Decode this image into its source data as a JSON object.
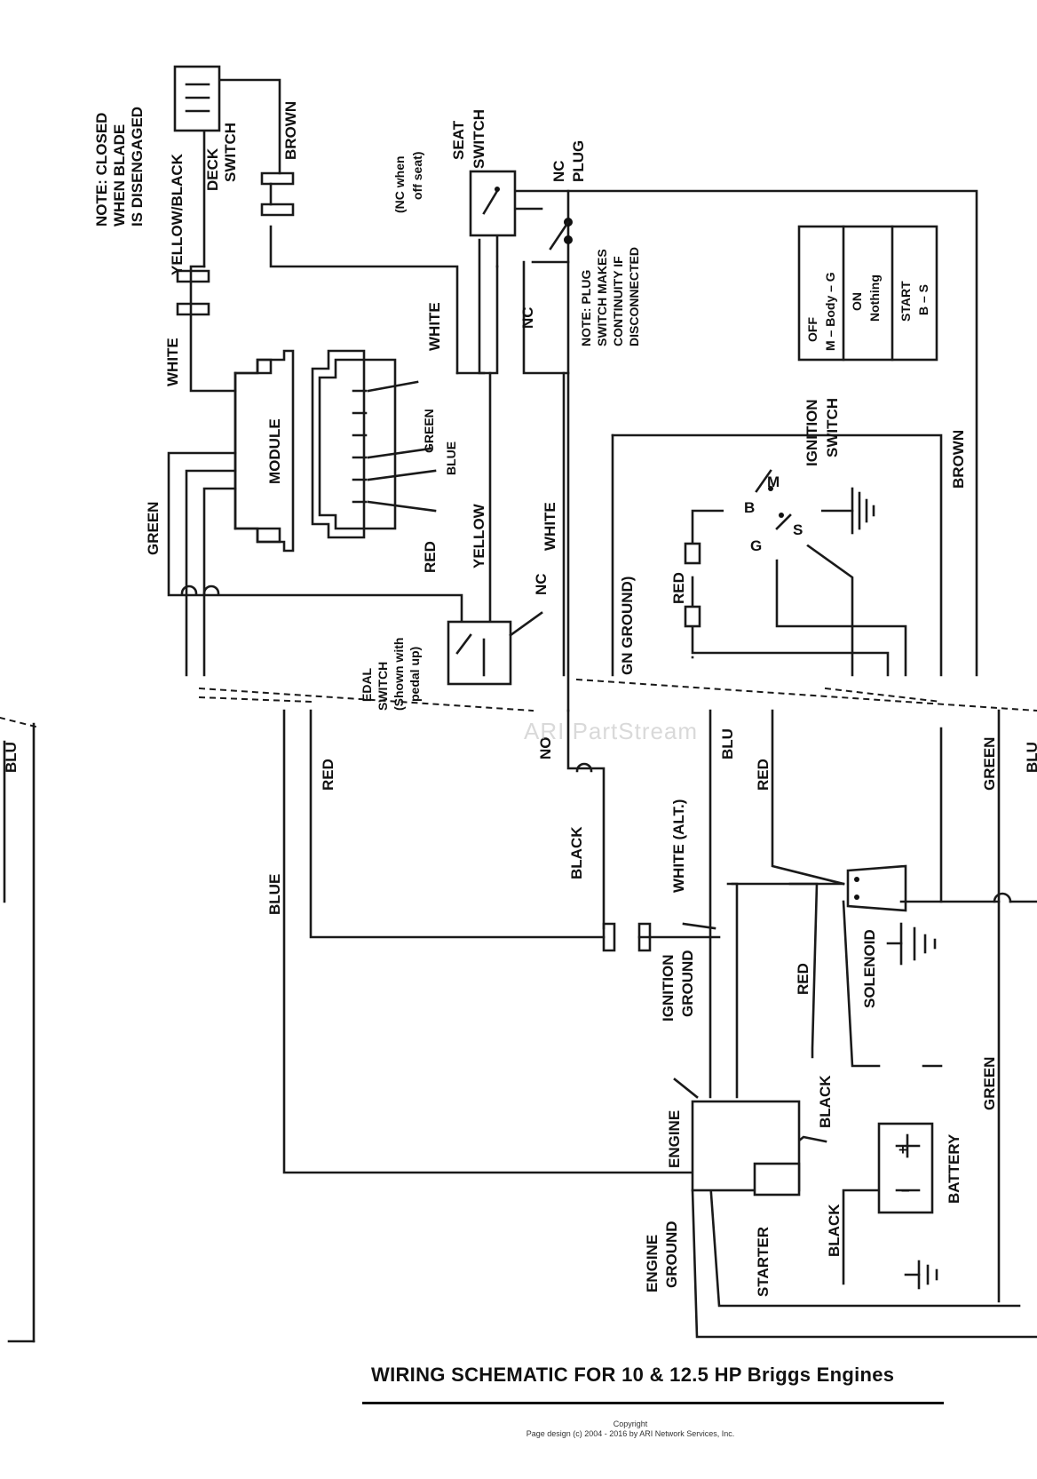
{
  "title": "WIRING SCHEMATIC FOR 10 & 12.5 HP Briggs Engines",
  "copyright": {
    "line1": "Copyright",
    "line2": "Page design (c) 2004 - 2016 by ARI Network Services, Inc."
  },
  "watermark": "ARI PartStream",
  "labels": {
    "note_blade": [
      "NOTE:  CLOSED",
      "WHEN BLADE",
      "IS DISENGAGED"
    ],
    "deck_switch": [
      "DECK",
      "SWITCH"
    ],
    "yellow_black": "YELLOW/BLACK",
    "brown_top": "BROWN",
    "seat_switch": [
      "SEAT",
      "SWITCH"
    ],
    "nc_plug": [
      "NC",
      "PLUG"
    ],
    "nc_when": [
      "(NC when",
      "off seat)"
    ],
    "note_plug": [
      "NOTE: PLUG",
      "SWITCH MAKES",
      "CONTINUITY IF",
      "DISCONNECTED"
    ],
    "nc": "NC",
    "white": "WHITE",
    "module": "MODULE",
    "green": "GREEN",
    "blue": "BLUE",
    "red": "RED",
    "yellow": "YELLOW",
    "pedal_switch": [
      "EDAL",
      "SWITCH",
      "(Shown with",
      "pedal up)"
    ],
    "ign_ground_top": "GN GROUND)",
    "ignition_switch": [
      "IGNITION",
      "SWITCH"
    ],
    "brown_right": "BROWN",
    "black": "BLACK",
    "white_alt": "WHITE (ALT.)",
    "ignition_ground": [
      "IGNITION",
      "GROUND"
    ],
    "solenoid": "SOLENOID",
    "engine": "ENGINE",
    "engine_ground": [
      "ENGINE",
      "GROUND"
    ],
    "starter": "STARTER",
    "battery": "BATTERY",
    "plus": "+",
    "minus": "–",
    "sw_b": "B",
    "sw_m": "M",
    "sw_g": "G",
    "sw_s": "S",
    "table": [
      [
        "OFF",
        "M – Body – G"
      ],
      [
        "ON",
        "Nothing"
      ],
      [
        "START",
        "B – S"
      ]
    ],
    "no_partial": "NO",
    "blu_partial": "BLU",
    "blu_left": "BLU"
  }
}
